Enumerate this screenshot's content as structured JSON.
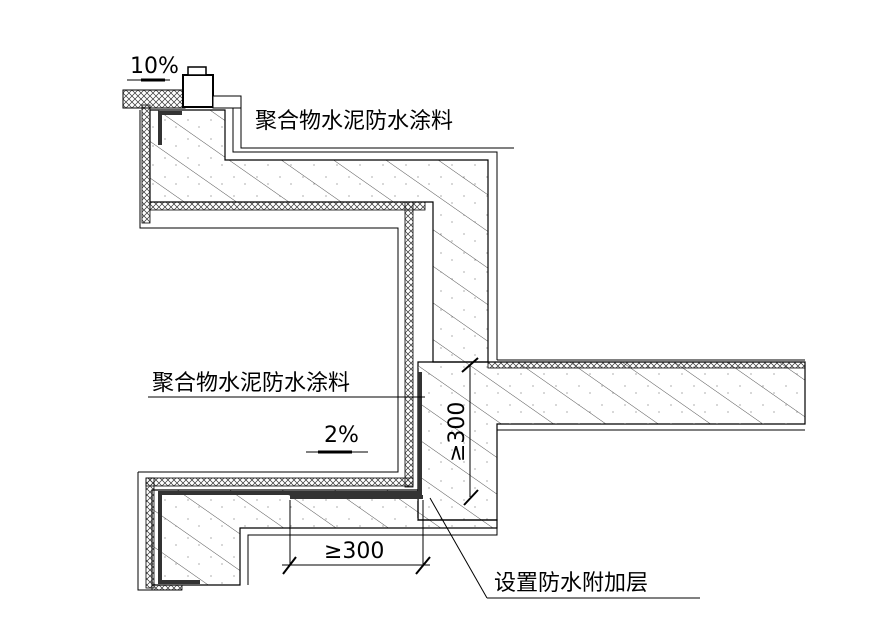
{
  "labels": {
    "coating_top": "聚合物水泥防水涂料",
    "coating_mid": "聚合物水泥防水涂料",
    "additional_layer": "设置防水附加层"
  },
  "slopes": {
    "top": "10%",
    "mid": "2%"
  },
  "dimensions": {
    "vertical": "≥300",
    "horizontal": "≥300"
  },
  "colors": {
    "line": "#000000",
    "hatch": "#555555",
    "membrane": "#333333"
  }
}
